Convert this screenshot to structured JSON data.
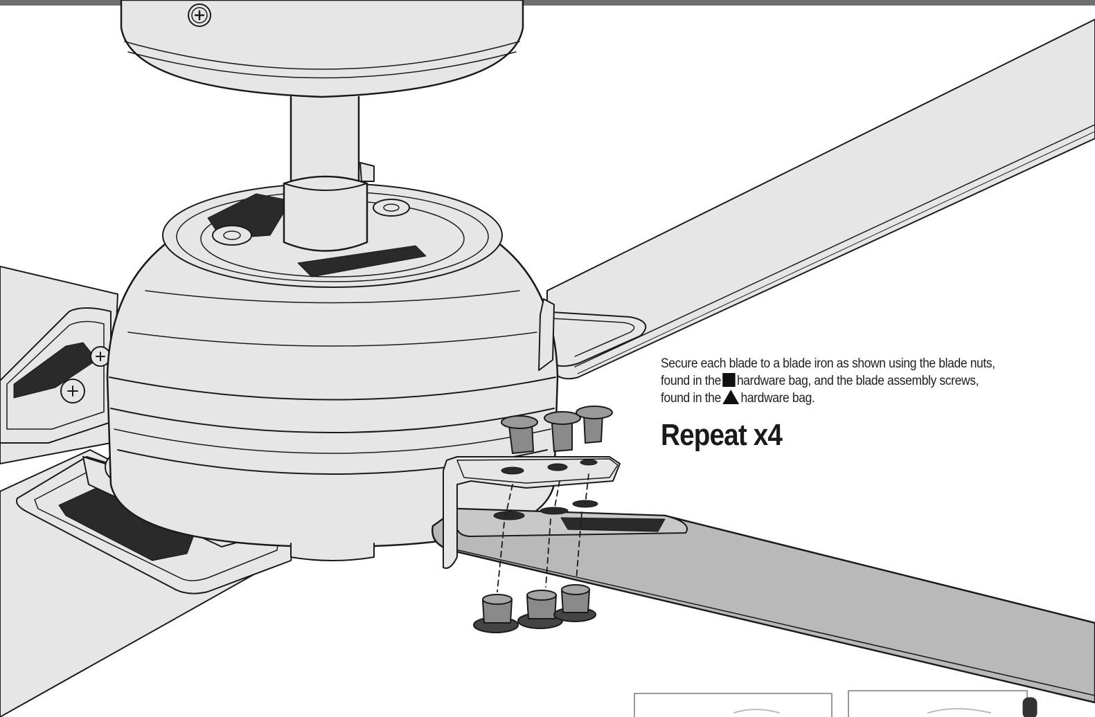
{
  "instruction": {
    "line1": "Secure each blade to a blade iron as shown using the blade nuts,",
    "line2_prefix": "found in the",
    "line2_suffix": "hardware bag, and the blade assembly screws,",
    "line3_prefix": "found in the",
    "line3_suffix": "hardware bag."
  },
  "repeat_label": "Repeat x4",
  "icons": {
    "nut_bag_symbol": "black-square-icon",
    "screw_bag_symbol": "black-triangle-icon"
  },
  "colors": {
    "line": "#1a1a1a",
    "blade_fill": "#e6e6e6",
    "highlight_blade": "#b9b9b9",
    "top_bar": "#6f6f6f"
  }
}
